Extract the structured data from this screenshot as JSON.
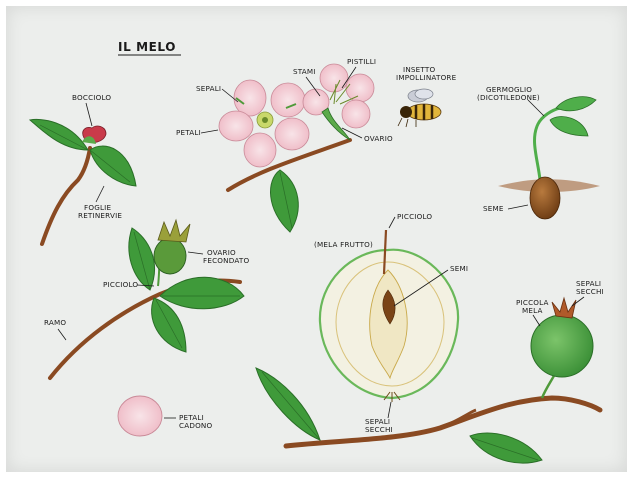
{
  "title": "IL MELO",
  "labels": {
    "bocciolo": "BOCCIOLO",
    "foglie_1": "FOGLIE",
    "foglie_2": "RETINERVIE",
    "sepali": "SEPALI",
    "petali": "PETALI",
    "stami": "STAMI",
    "pistilli": "PISTILLI",
    "ovario": "OVARIO",
    "insetto_1": "INSETTO",
    "insetto_2": "IMPOLLINATORE",
    "germoglio_1": "GERMOGLIO",
    "germoglio_2": "(DICOTILEDONE)",
    "seme": "SEME",
    "picciolo_top": "PICCIOLO",
    "mela_frutto": "(MELA FRUTTO)",
    "semi": "SEMI",
    "sepali_secchi_1": "SEPALI",
    "sepali_secchi_2": "SECCHI",
    "ovario_fec_1": "OVARIO",
    "ovario_fec_2": "FECONDATO",
    "picciolo_left": "PICCIOLO",
    "ramo": "RAMO",
    "petali_cadono_1": "PETALI",
    "petali_cadono_2": "CADONO",
    "piccola_mela_1": "PICCOLA",
    "piccola_mela_2": "MELA",
    "sepali_secchi_r1": "SEPALI",
    "sepali_secchi_r2": "SECCHI"
  },
  "colors": {
    "paper": "#eceeec",
    "leaf": "#3f9a3a",
    "leaf_dark": "#2a6e27",
    "branch": "#8a4a22",
    "petal": "#f2c8d0",
    "apple_green": "#4fae4a",
    "seed": "#7a4416"
  }
}
